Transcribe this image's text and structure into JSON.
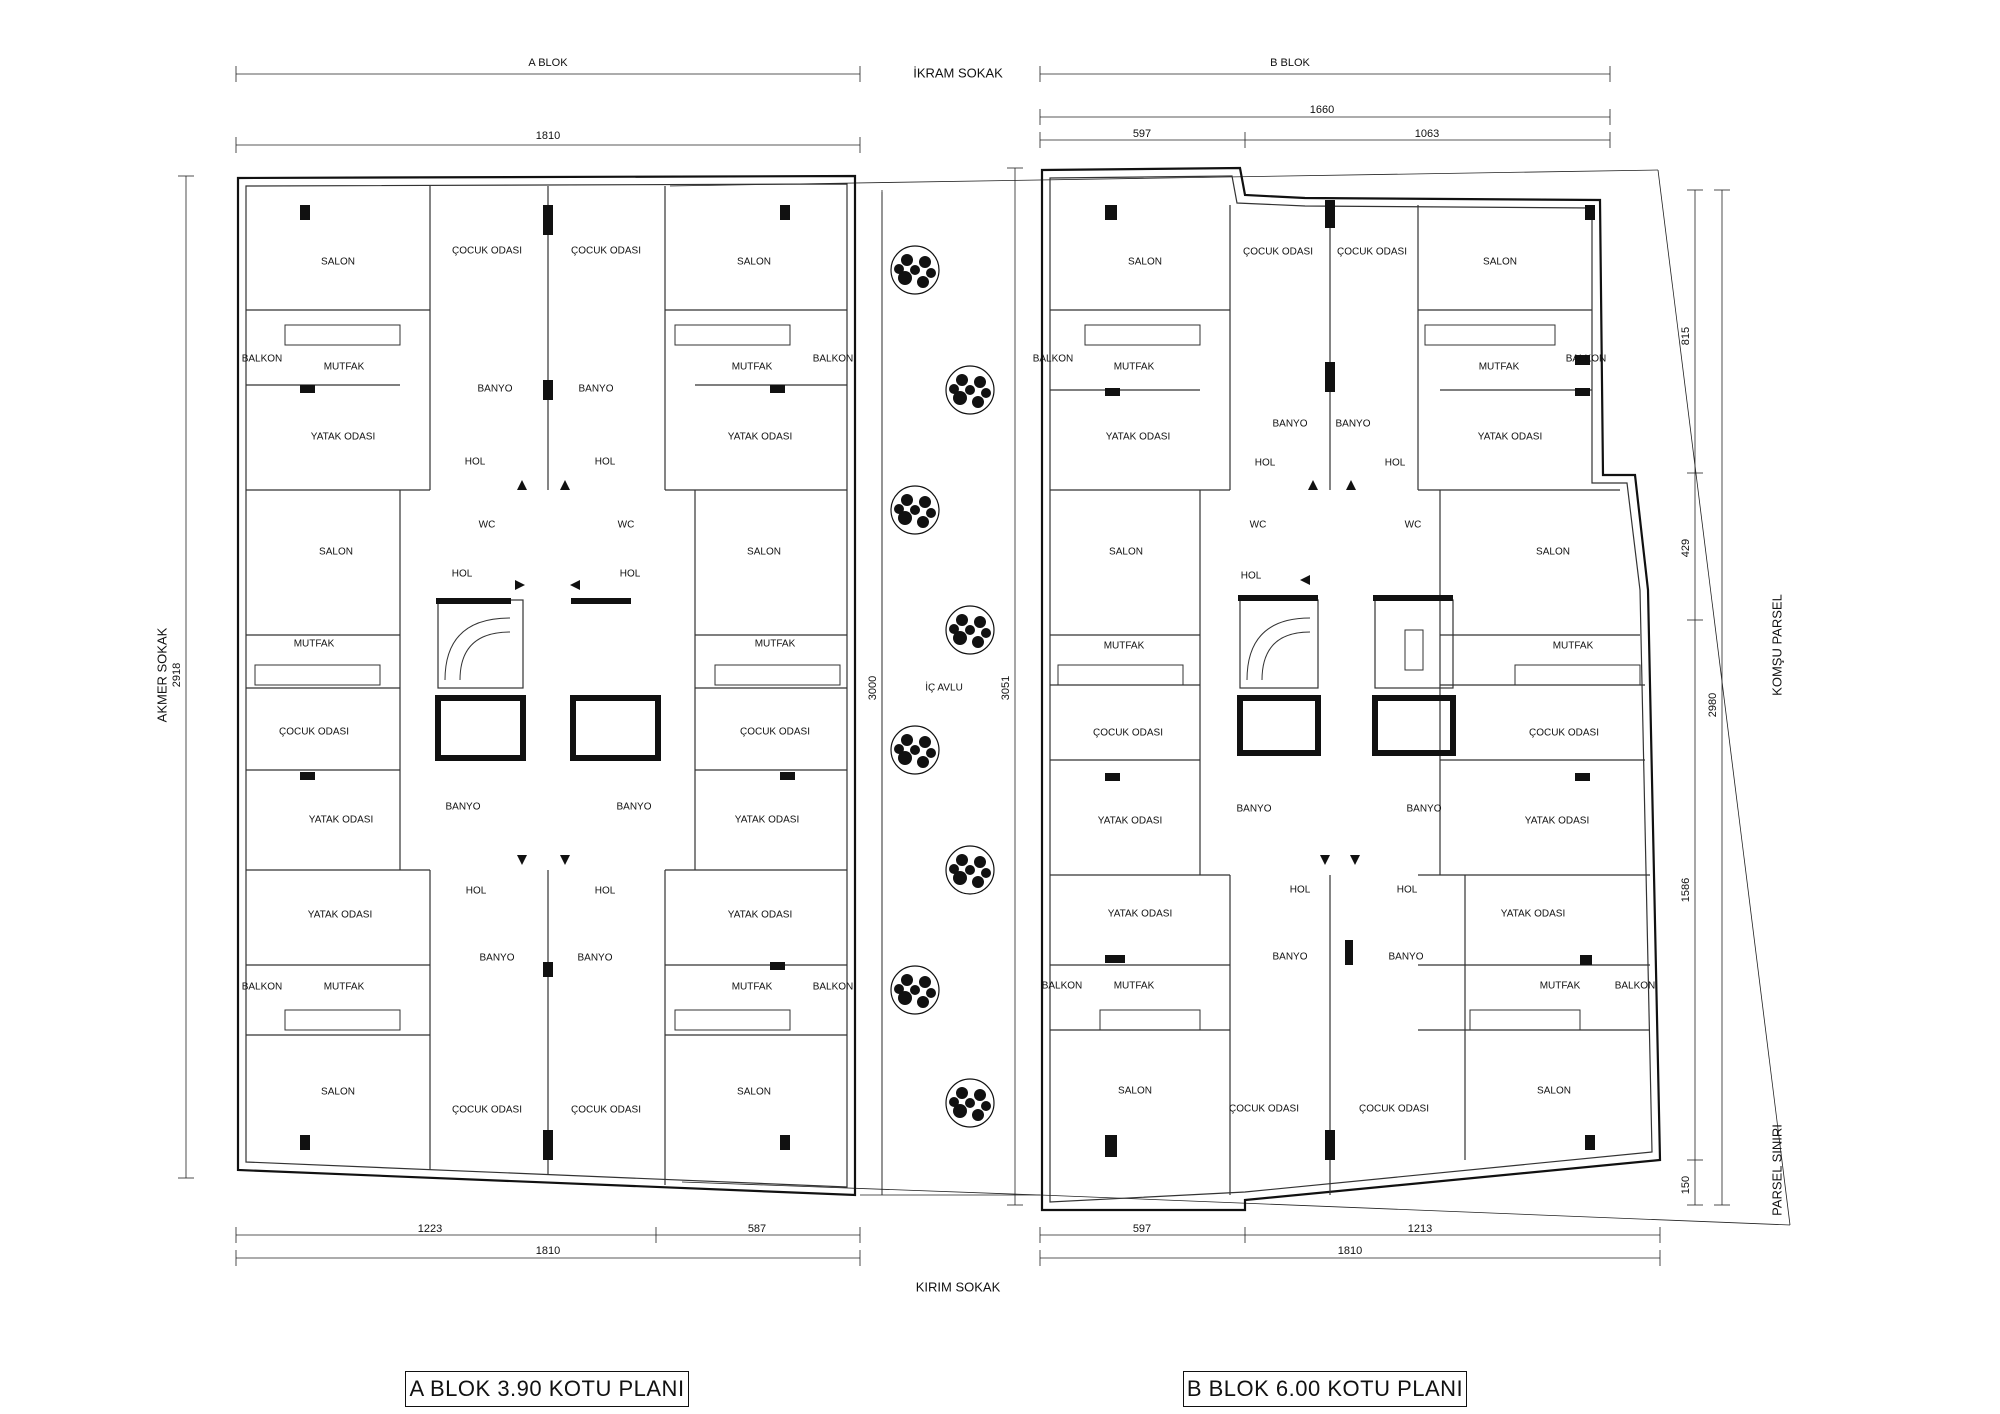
{
  "blocks": {
    "a": {
      "name": "A BLOK",
      "title": "A BLOK  3.90 KOTU PLANI",
      "dims": {
        "top_total": "1810",
        "bottom_left": "1223",
        "bottom_right": "587",
        "bottom_total": "1810",
        "left_height": "2918",
        "right_height": "3000"
      },
      "rooms": {
        "u1_salon": "SALON",
        "u1_cocuk": "ÇOCUK ODASI",
        "u2_cocuk": "ÇOCUK ODASI",
        "u2_salon": "SALON",
        "u1_balkon": "BALKON",
        "u1_mutfak": "MUTFAK",
        "u1_banyo": "BANYO",
        "u2_banyo": "BANYO",
        "u2_mutfak": "MUTFAK",
        "u2_balkon": "BALKON",
        "u1_yatak": "YATAK ODASI",
        "u1_hol": "HOL",
        "u2_hol": "HOL",
        "u2_yatak": "YATAK ODASI",
        "u3_salon": "SALON",
        "u3_wc": "WC",
        "u4_wc": "WC",
        "u4_salon": "SALON",
        "u3_hol": "HOL",
        "u4_hol": "HOL",
        "u3_mutfak": "MUTFAK",
        "u4_mutfak": "MUTFAK",
        "u3_cocuk": "ÇOCUK ODASI",
        "u4_cocuk": "ÇOCUK ODASI",
        "u3_yatak": "YATAK ODASI",
        "u3_banyo": "BANYO",
        "u4_banyo": "BANYO",
        "u4_yatak": "YATAK ODASI",
        "u5_hol": "HOL",
        "u6_hol": "HOL",
        "u5_yatak": "YATAK ODASI",
        "u5_banyo": "BANYO",
        "u6_banyo": "BANYO",
        "u6_yatak": "YATAK ODASI",
        "u5_balkon": "BALKON",
        "u5_mutfak": "MUTFAK",
        "u6_mutfak": "MUTFAK",
        "u6_balkon": "BALKON",
        "u5_salon": "SALON",
        "u5_cocuk": "ÇOCUK ODASI",
        "u6_cocuk": "ÇOCUK ODASI",
        "u6_salon": "SALON"
      }
    },
    "b": {
      "name": "B BLOK",
      "title": "B BLOK  6.00 KOTU PLANI",
      "dims": {
        "top_total": "1660",
        "top_left": "597",
        "top_right": "1063",
        "bottom_left": "597",
        "bottom_right": "1213",
        "bottom_total": "1810",
        "left_height": "3051",
        "seg1": "815",
        "seg2": "429",
        "seg3": "1586",
        "seg4": "150",
        "total_right": "2980"
      },
      "rooms": {
        "u1_salon": "SALON",
        "u1_cocuk": "ÇOCUK ODASI",
        "u2_cocuk": "ÇOCUK ODASI",
        "u2_salon": "SALON",
        "u1_balkon": "BALKON",
        "u1_mutfak": "MUTFAK",
        "u2_mutfak": "MUTFAK",
        "u2_balkon": "BALKON",
        "u1_banyo": "BANYO",
        "u2_banyo": "BANYO",
        "u1_yatak": "YATAK ODASI",
        "u1_hol": "HOL",
        "u2_hol": "HOL",
        "u2_yatak": "YATAK ODASI",
        "u3_salon": "SALON",
        "u3_wc": "WC",
        "u4_wc": "WC",
        "u4_salon": "SALON",
        "u3_hol": "HOL",
        "u3_mutfak": "MUTFAK",
        "u4_mutfak": "MUTFAK",
        "u3_cocuk": "ÇOCUK ODASI",
        "u4_cocuk": "ÇOCUK ODASI",
        "u3_yatak": "YATAK ODASI",
        "u3_banyo": "BANYO",
        "u4_banyo": "BANYO",
        "u4_yatak": "YATAK ODASI",
        "u5_hol": "HOL",
        "u6_hol": "HOL",
        "u5_yatak": "YATAK ODASI",
        "u5_banyo": "BANYO",
        "u6_banyo": "BANYO",
        "u6_yatak": "YATAK ODASI",
        "u5_balkon": "BALKON",
        "u5_mutfak": "MUTFAK",
        "u6_mutfak": "MUTFAK",
        "u6_balkon": "BALKON",
        "u5_salon": "SALON",
        "u5_cocuk": "ÇOCUK ODASI",
        "u6_cocuk": "ÇOCUK ODASI",
        "u6_salon": "SALON"
      }
    }
  },
  "site": {
    "street_top": "İKRAM SOKAK",
    "street_bottom": "KIRIM SOKAK",
    "street_left": "AKMER SOKAK",
    "courtyard": "İÇ AVLU",
    "neighbor": "KOMŞU PARSEL",
    "parcel_boundary": "PARSEL SINIRI"
  }
}
